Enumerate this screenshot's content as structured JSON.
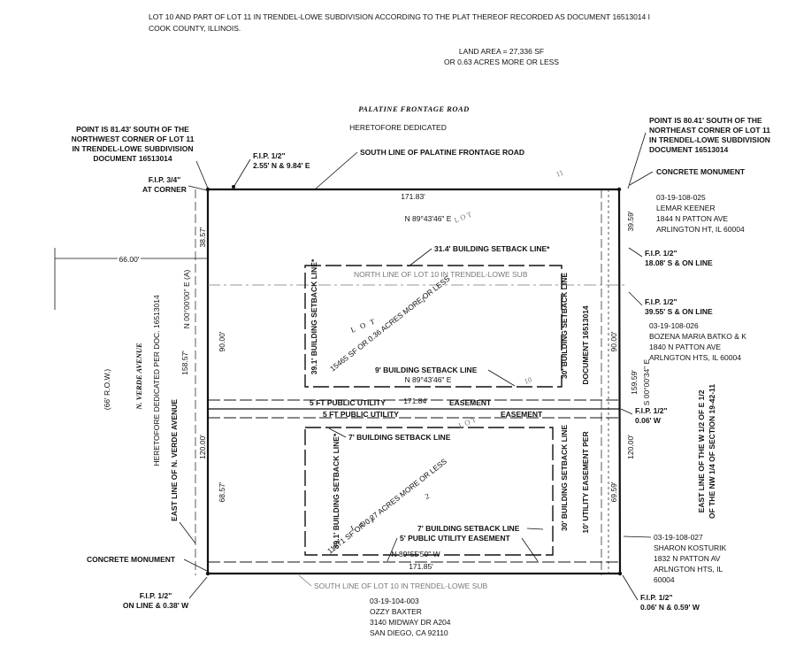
{
  "header": {
    "legal1": "LOT 10 AND PART OF LOT 11 IN TRENDEL-LOWE SUBDIVISION ACCORDING TO THE PLAT THEREOF RECORDED AS DOCUMENT 16513014 I",
    "legal2": "COOK COUNTY, ILLINOIS.",
    "area1": "LAND AREA = 27,336 SF",
    "area2": "OR 0.63 ACRES MORE OR LESS"
  },
  "road": {
    "name": "PALATINE FRONTAGE ROAD",
    "sub": "HERETOFORE DEDICATED",
    "south_line": "SOUTH LINE OF PALATINE FRONTAGE ROAD"
  },
  "nw_note": [
    "POINT IS 81.43' SOUTH OF THE",
    "NORTHWEST CORNER OF LOT 11",
    "IN TRENDEL-LOWE SUBDIVISION",
    "DOCUMENT 16513014"
  ],
  "ne_note": [
    "POINT IS 80.41' SOUTH OF THE",
    "NORTHEAST CORNER OF LOT 11",
    "IN TRENDEL-LOWE SUBDIVISION",
    "DOCUMENT 16513014"
  ],
  "fip_top": [
    "F.I.P. 1/2\"",
    "2.55' N & 9.84' E"
  ],
  "fip_corner": [
    "F.I.P. 3/4\"",
    "AT CORNER"
  ],
  "concrete_ne": "CONCRETE MONUMENT",
  "concrete_sw": "CONCRETE MONUMENT",
  "lot11": "11",
  "lot_label": "LOT",
  "lot1_num": "1",
  "lot1_word": "LOT",
  "lot10_num": "10",
  "lot2_word": "LOT",
  "lot2_num": "2",
  "dims": {
    "top": "171.83'",
    "top_bearing": "N 89°43'46\" E",
    "mid": "171.84'",
    "mid_bearing": "N 89°43'46\" E",
    "bottom": "171.85'",
    "bottom_bearing": "N 89°55'50\" W",
    "left_top": "38.57'",
    "left_90": "90.00'",
    "left_total": "158.57'",
    "left_bearing": "N 00°00'00\" E (A)",
    "left_68": "68.57'",
    "left_120": "120.00'",
    "right_39": "39.59'",
    "right_90": "90.00'",
    "right_total": "159.59'",
    "right_bearing": "S 00°00'34\" E",
    "right_69": "69.59'",
    "right_120": "120.00'",
    "row66": "66.00'"
  },
  "setbacks": {
    "s31": "31.4' BUILDING SETBACK LINE*",
    "north_line": "NORTH LINE OF LOT 10 IN TRENDEL-LOWE SUB",
    "s39_top": "39.1' BUILDING SETBACK  LINE*",
    "s9": "9' BUILDING SETBACK LINE",
    "s30_top": "30' BUILDING SETBACK  LINE",
    "s7_top": "7' BUILDING SETBACK LINE",
    "s39_bot": "39.1' BUILDING SETBACK LINE*",
    "s30_bot": "30' BUILDING SETBACK  LINE",
    "s7_bot": "7' BUILDING SETBACK LINE",
    "s5_pue": "5' PUBLIC UTILITY EASEMENT",
    "util_doc": "DOCUMENT 16513014",
    "util_10": "10' UTILITY EASEMENT PER"
  },
  "easement": {
    "line1": "5 FT PUBLIC UTILITY",
    "line1b": "EASEMENT",
    "line2": "5 FT PUBLIC UTILITY",
    "line2b": "EASEMENT"
  },
  "lot1_area": "15465 SF OR 0.36 ACRES MORE OR LESS",
  "lot2_area": "11871 SF OR 0.27 ACRES MORE OR LESS",
  "street": {
    "name": "N. VERDE AVENUE",
    "row": "(66' R.O.W.)",
    "dedicated": "HERETOFORE DEDICATED PER DOC. 16513014",
    "east_line": "EAST LINE OF N. VERDE AVENUE"
  },
  "right_notes": {
    "owner1": [
      "03-19-108-025",
      "LEMAR KEENER",
      "1844 N PATTON AVE",
      "ARLINGTON HT, IL 60004"
    ],
    "fip1": [
      "F.I.P. 1/2\"",
      "18.08' S & ON LINE"
    ],
    "fip2": [
      "F.I.P. 1/2\"",
      "39.55' S & ON LINE"
    ],
    "owner2": [
      "03-19-108-026",
      "BOZENA MARIA BATKO & K",
      "1840 N PATTON AVE",
      "ARLNGTON HTS, IL 60004"
    ],
    "fip3": [
      "F.I.P. 1/2\"",
      "0.06' W"
    ],
    "east_w": [
      "EAST LINE OF THE W 1/2 OF E 1/2",
      "OF THE NW 1/4 OF SECTION  19-42-11"
    ],
    "owner3": [
      "03-19-108-027",
      "SHARON KOSTURIK",
      "1832 N PATTON AV",
      "ARLNGTON HTS, IL",
      "60004"
    ],
    "fip4": [
      "F.I.P. 1/2\"",
      "0.06' N & 0.59' W"
    ]
  },
  "bottom_notes": {
    "south_line": "SOUTH LINE OF LOT 10 IN TRENDEL-LOWE SUB",
    "owner": [
      "03-19-104-003",
      "OZZY BAXTER",
      "3140 MIDWAY DR A204",
      "SAN DIEGO, CA 92110"
    ],
    "fip_sw": [
      "F.I.P. 1/2\"",
      "ON LINE & 0.38' W"
    ]
  }
}
